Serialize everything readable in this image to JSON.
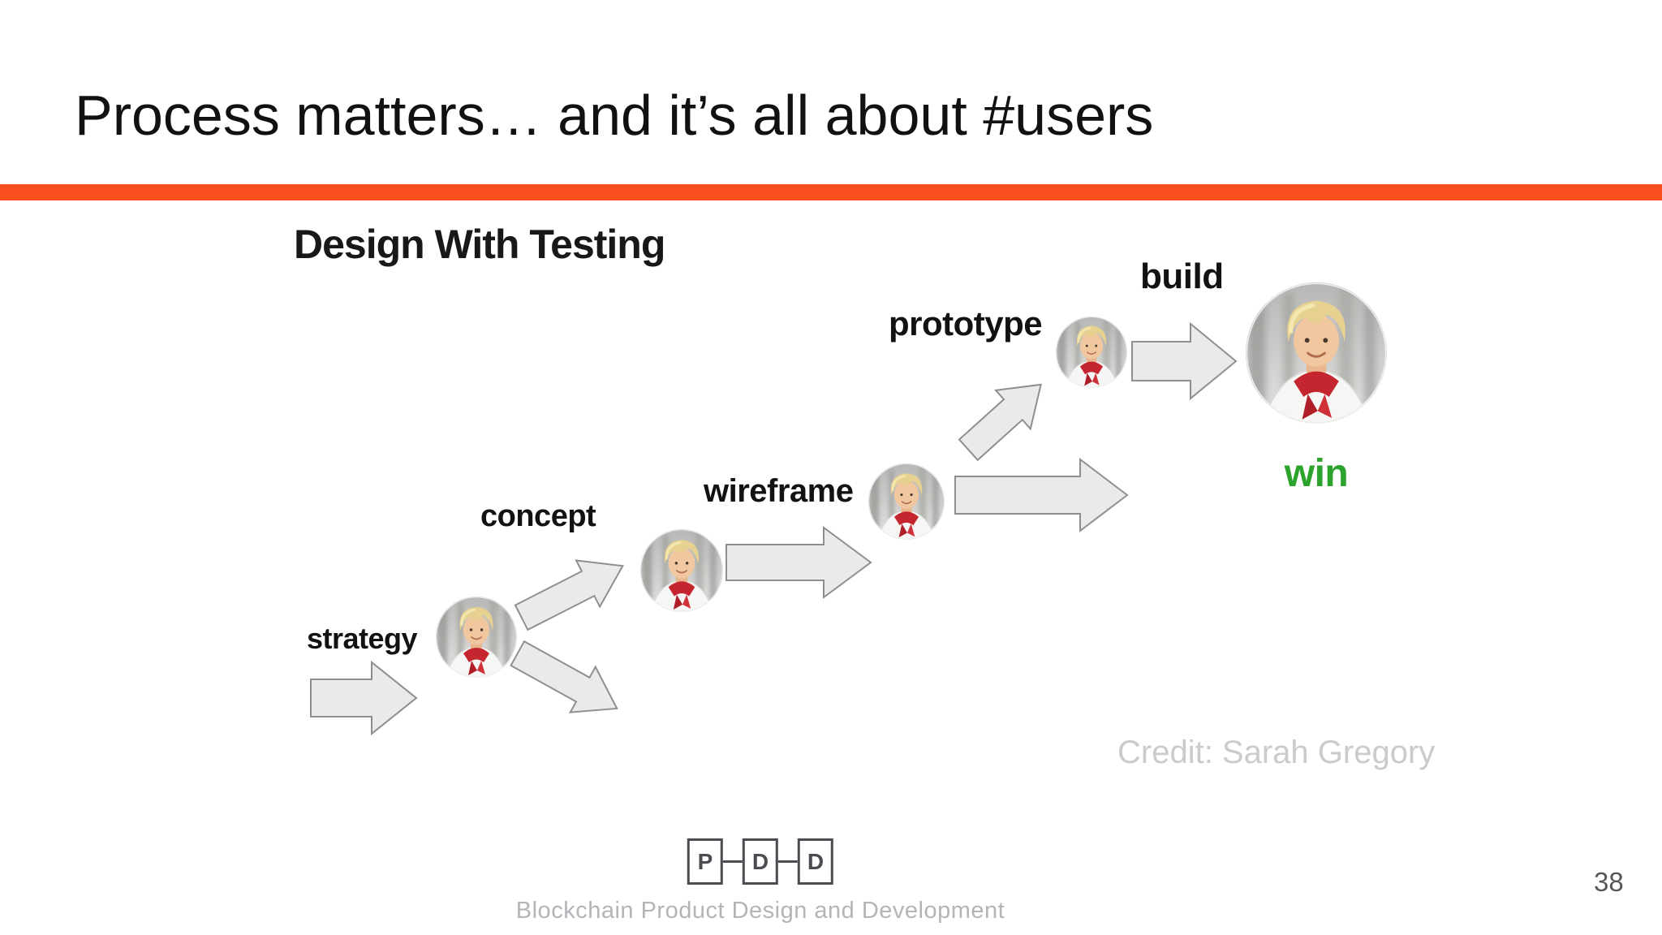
{
  "slide": {
    "title": "Process matters… and it’s all about #users",
    "accent_color": "#fa4e1e",
    "page_number": "38"
  },
  "diagram": {
    "heading": "Design With Testing",
    "stages": [
      {
        "label": "strategy"
      },
      {
        "label": "concept"
      },
      {
        "label": "wireframe"
      },
      {
        "label": "prototype"
      },
      {
        "label": "build"
      }
    ],
    "result_label": "win",
    "result_color": "#2ca32c",
    "credit": "Credit: Sarah Gregory",
    "photo_icon": "user-portrait-photo-icon",
    "arrow_icon": "right-block-arrow-icon"
  },
  "footer": {
    "logo_letters": [
      "P",
      "D",
      "D"
    ],
    "course_name": "Blockchain Product Design and Development"
  }
}
